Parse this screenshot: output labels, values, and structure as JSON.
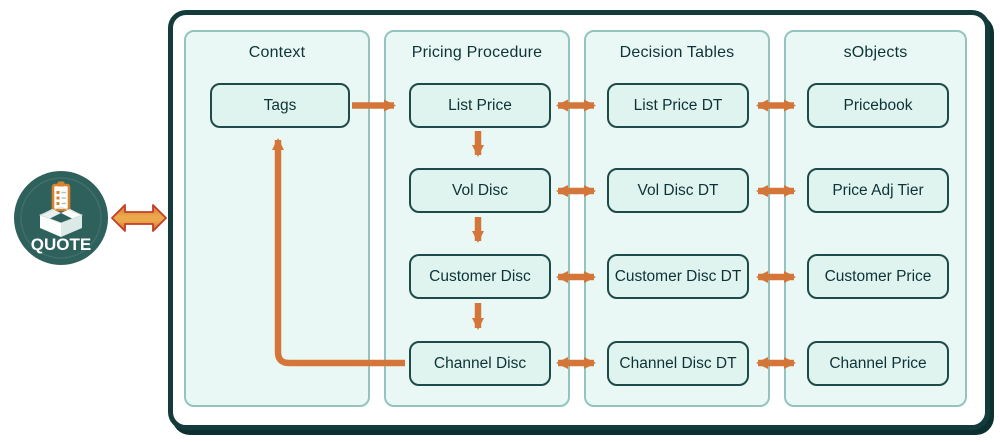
{
  "quote_node": {
    "label": "QUOTE",
    "icon": "quote-box-clipboard-icon"
  },
  "panel": {
    "columns": [
      {
        "title": "Context",
        "boxes": [
          {
            "label": "Tags"
          }
        ]
      },
      {
        "title": "Pricing Procedure",
        "boxes": [
          {
            "label": "List Price"
          },
          {
            "label": "Vol Disc"
          },
          {
            "label": "Customer Disc"
          },
          {
            "label": "Channel Disc"
          }
        ]
      },
      {
        "title": "Decision Tables",
        "boxes": [
          {
            "label": "List Price DT"
          },
          {
            "label": "Vol Disc DT"
          },
          {
            "label": "Customer Disc DT"
          },
          {
            "label": "Channel Disc DT"
          }
        ]
      },
      {
        "title": "sObjects",
        "boxes": [
          {
            "label": "Pricebook"
          },
          {
            "label": "Price Adj Tier"
          },
          {
            "label": "Customer Price"
          },
          {
            "label": "Channel Price"
          }
        ]
      }
    ]
  },
  "connections": [
    {
      "from": "QUOTE",
      "to": "panel",
      "type": "bidirectional"
    },
    {
      "from": "Tags",
      "to": "List Price",
      "type": "arrow"
    },
    {
      "from": "List Price",
      "to": "List Price DT",
      "type": "bidirectional"
    },
    {
      "from": "List Price DT",
      "to": "Pricebook",
      "type": "bidirectional"
    },
    {
      "from": "List Price",
      "to": "Vol Disc",
      "type": "arrow"
    },
    {
      "from": "Vol Disc",
      "to": "Vol Disc DT",
      "type": "bidirectional"
    },
    {
      "from": "Vol Disc DT",
      "to": "Price Adj Tier",
      "type": "bidirectional"
    },
    {
      "from": "Vol Disc",
      "to": "Customer Disc",
      "type": "arrow"
    },
    {
      "from": "Customer Disc",
      "to": "Customer Disc DT",
      "type": "bidirectional"
    },
    {
      "from": "Customer Disc DT",
      "to": "Customer Price",
      "type": "bidirectional"
    },
    {
      "from": "Customer Disc",
      "to": "Channel Disc",
      "type": "arrow"
    },
    {
      "from": "Channel Disc",
      "to": "Channel Disc DT",
      "type": "bidirectional"
    },
    {
      "from": "Channel Disc DT",
      "to": "Channel Price",
      "type": "bidirectional"
    },
    {
      "from": "Channel Disc",
      "to": "Tags",
      "type": "arrow"
    }
  ],
  "colors": {
    "arrow": "#D4763A",
    "arrow_outline": "#C23E27",
    "panel_border": "#143B3C",
    "column_bg": "#EAF8F5",
    "column_border": "#93C4BE",
    "box_bg": "#DFF3EF",
    "box_border": "#1D4B47",
    "text": "#0E3336",
    "quote_circle": "#2E605C"
  }
}
